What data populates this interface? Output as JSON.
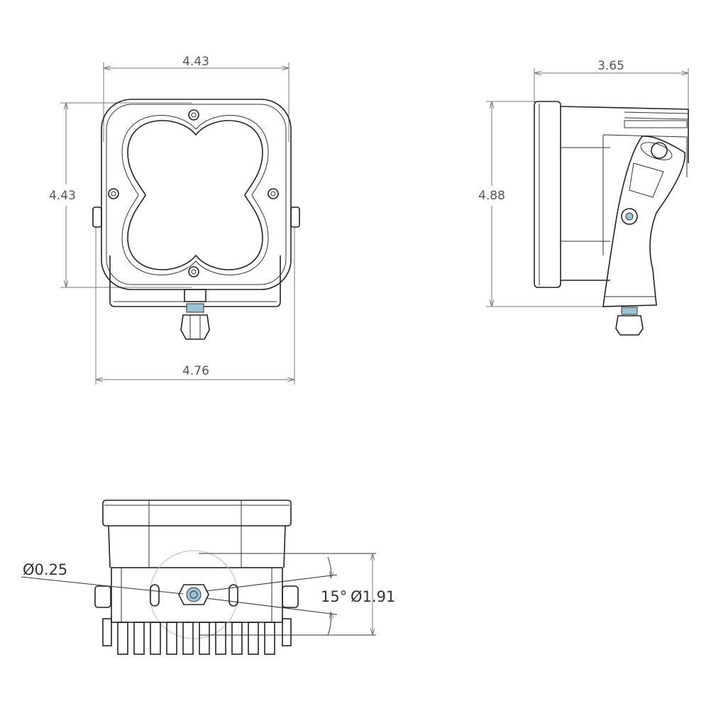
{
  "front_view": {
    "width_label": "4.43",
    "height_label": "4.43",
    "bracket_width_label": "4.76"
  },
  "side_view": {
    "depth_label": "3.65",
    "height_label": "4.88"
  },
  "bottom_view": {
    "hole_diameter_label": "Ø0.25",
    "angle_label": "15°",
    "bolt_circle_label": "Ø1.91"
  },
  "colors": {
    "line": "#222222",
    "dimension": "#777777",
    "hardware_accent": "#9cc3d6"
  }
}
